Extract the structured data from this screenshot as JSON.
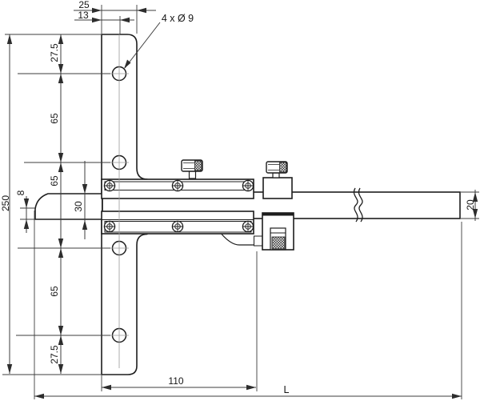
{
  "drawing": {
    "title": "depth-gauge-technical-drawing",
    "background": "#ffffff",
    "line_color": "#1d1d1d",
    "dim_color": "#3c3c3c",
    "centerline_color": "#999999",
    "dimensions": {
      "plate_width": "25",
      "hole_center_offset": "13",
      "holes_label": "4 x Ø 9",
      "top_edge_to_hole1": "27.5",
      "hole1_to_hole2": "65",
      "hole2_to_hole3": "65",
      "hole3_to_hole4": "65",
      "hole4_to_bottom": "27.5",
      "overall_height": "250",
      "foot_face_height": "8",
      "foot_height": "30",
      "base_length": "110",
      "beam_height": "20",
      "beam_length": "L"
    }
  }
}
